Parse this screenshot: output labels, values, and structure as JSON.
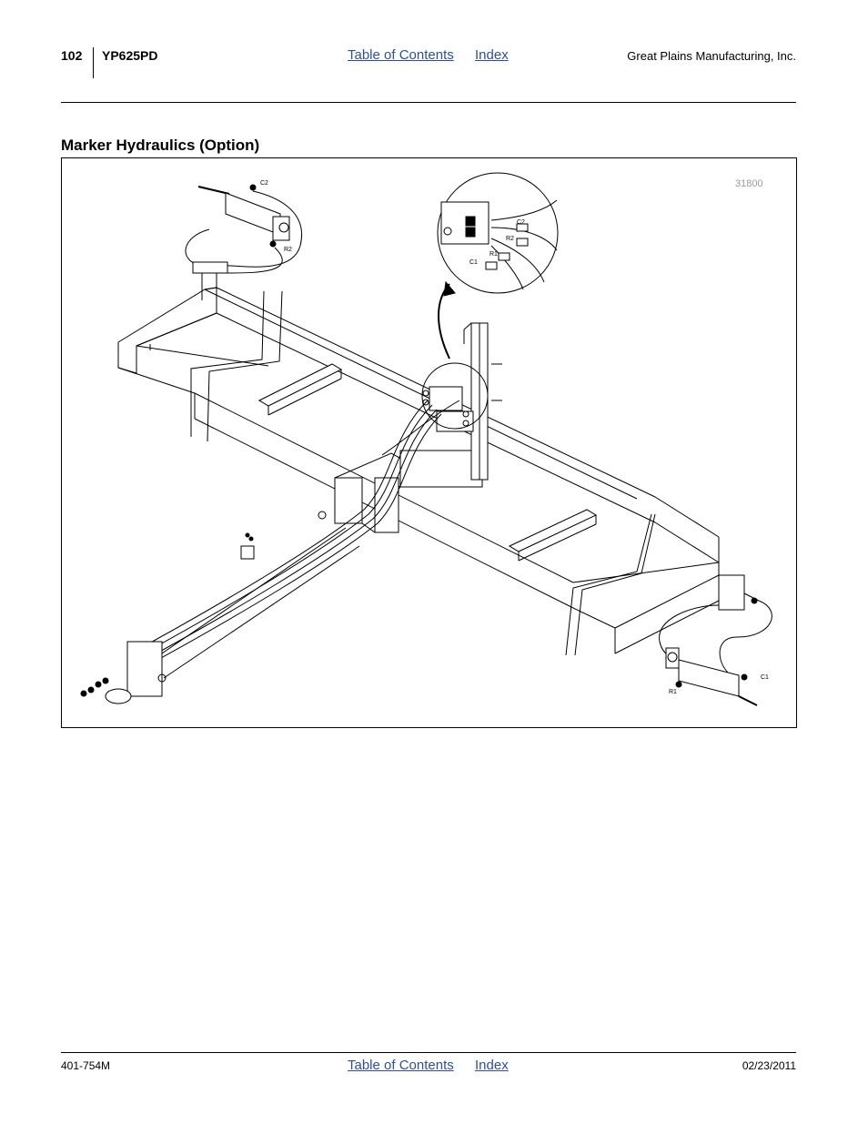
{
  "header": {
    "page_number": "102",
    "model": "YP625PD",
    "toc_link": "Table of Contents",
    "index_link": "Index",
    "company": "Great Plains Manufacturing, Inc."
  },
  "section": {
    "title": "Marker Hydraulics (Option)"
  },
  "figure": {
    "id": "31800",
    "callouts": {
      "c2_top": "C2",
      "r2_top": "R2",
      "c2_inset": "C2",
      "r2_inset": "R2",
      "r1_inset": "R1",
      "c1_inset": "C1",
      "c1_bottom": "C1",
      "r1_bottom": "R1"
    }
  },
  "footer": {
    "doc_number": "401-754M",
    "toc_link": "Table of Contents",
    "index_link": "Index",
    "date": "02/23/2011"
  },
  "colors": {
    "link": "#2b4fa3",
    "figure_id": "#9a9a9a"
  }
}
